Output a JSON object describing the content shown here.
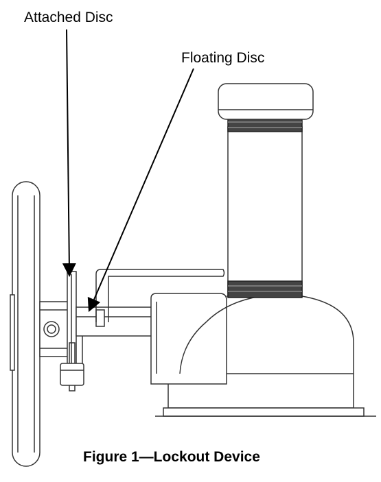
{
  "labels": {
    "attached_disc": "Attached Disc",
    "floating_disc": "Floating Disc"
  },
  "caption": "Figure 1—Lockout Device"
}
